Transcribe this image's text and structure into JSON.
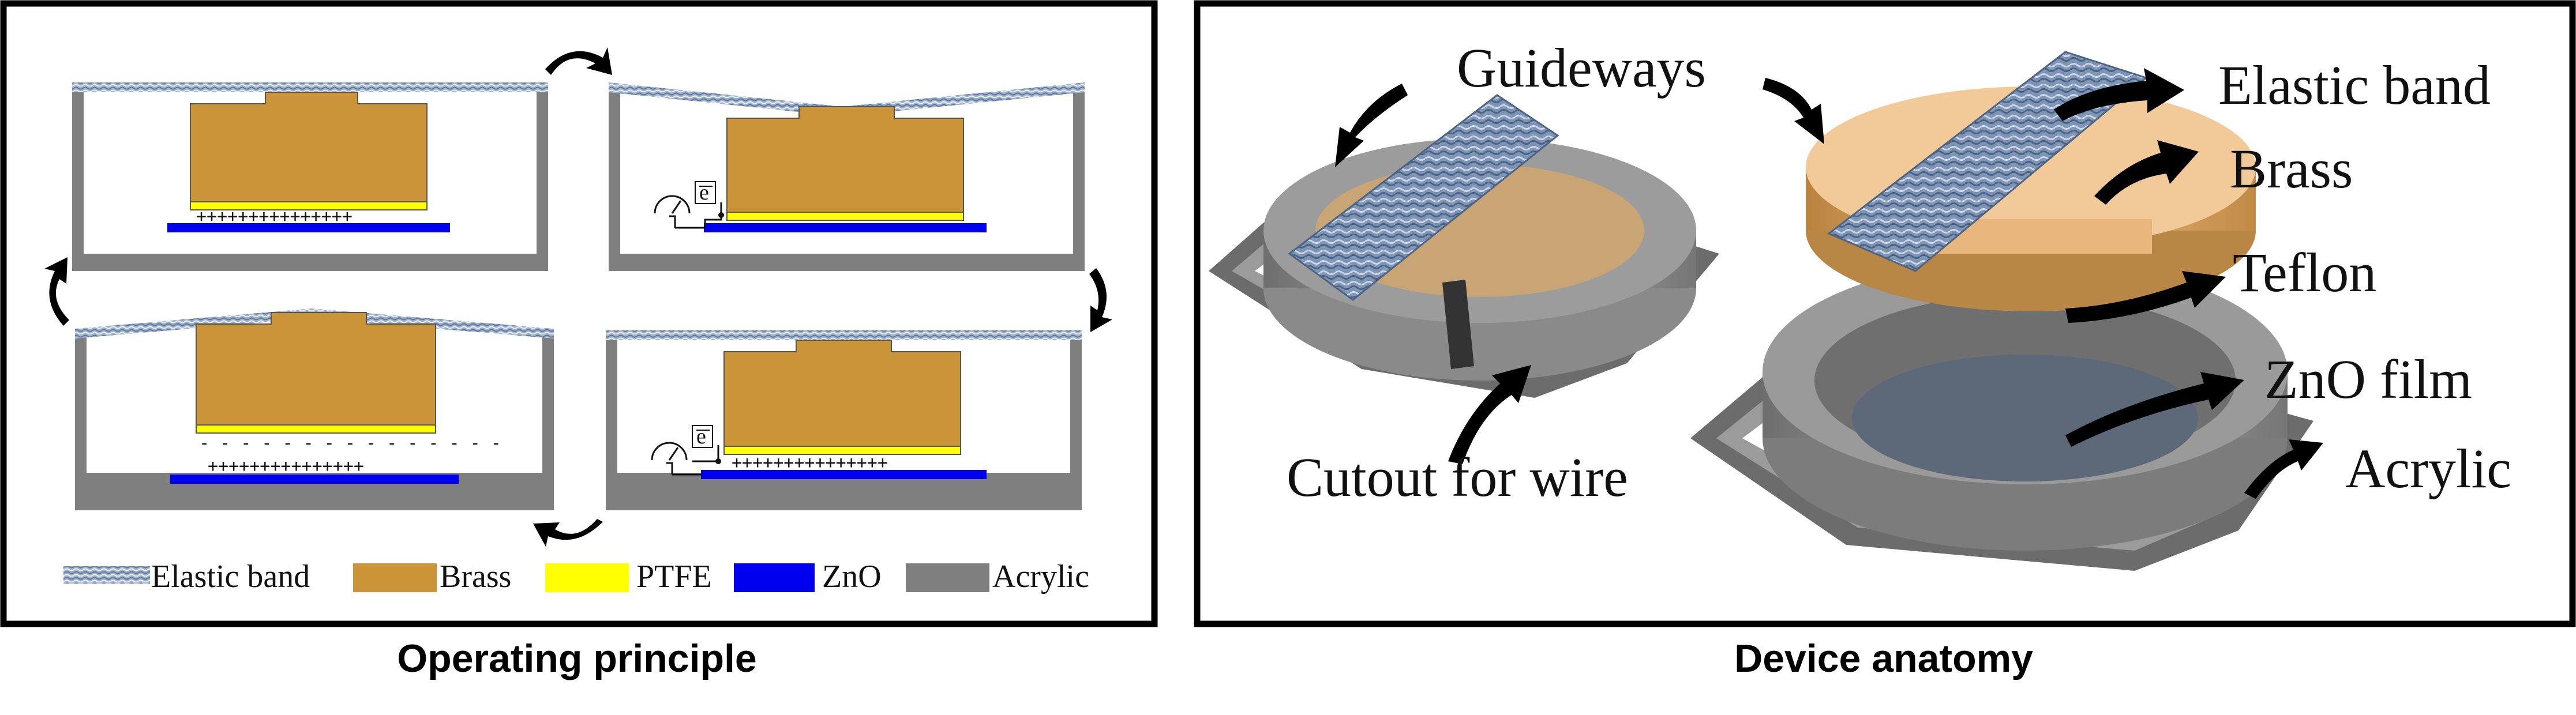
{
  "captions": {
    "left": "Operating principle",
    "right": "Device anatomy"
  },
  "legend": [
    {
      "label": "Elastic band",
      "color": "#8aa0c0"
    },
    {
      "label": "Brass",
      "color": "#cc9438"
    },
    {
      "label": "PTFE",
      "color": "#ffff00"
    },
    {
      "label": "ZnO",
      "color": "#0000ee"
    },
    {
      "label": "Acrylic",
      "color": "#7f7f7f"
    }
  ],
  "charges": {
    "plus": "+++++++++++++++",
    "minus": "- - - - - - - - - - - - - - -"
  },
  "electron": "e",
  "anatomy_labels": {
    "guideways": "Guideways",
    "elastic_band": "Elastic band",
    "brass": "Brass",
    "teflon": "Teflon",
    "zno_film": "ZnO film",
    "cutout": "Cutout for wire",
    "acrylic": "Acrylic"
  }
}
